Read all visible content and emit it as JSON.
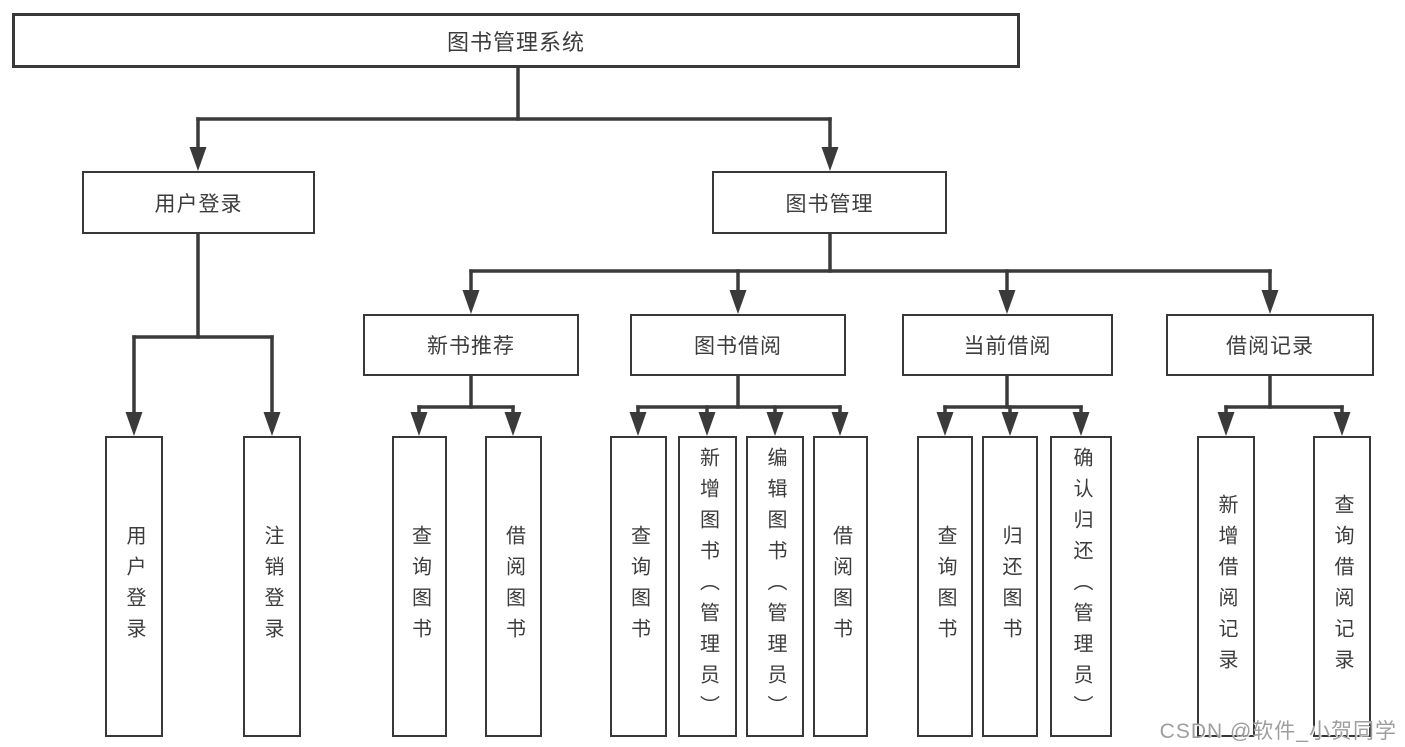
{
  "diagram": {
    "title": "图书管理系统",
    "branches": [
      {
        "label": "用户登录",
        "children": [
          "用户登录",
          "注销登录"
        ]
      },
      {
        "label": "图书管理",
        "children": [
          {
            "label": "新书推荐",
            "children": [
              "查询图书",
              "借阅图书"
            ]
          },
          {
            "label": "图书借阅",
            "children": [
              "查询图书",
              "新增图书（管理员）",
              "编辑图书（管理员）",
              "借阅图书"
            ]
          },
          {
            "label": "当前借阅",
            "children": [
              "查询图书",
              "归还图书",
              "确认归还（管理员）"
            ]
          },
          {
            "label": "借阅记录",
            "children": [
              "新增借阅记录",
              "查询借阅记录"
            ]
          }
        ]
      }
    ]
  },
  "watermark": "CSDN @软件_小贺同学",
  "colors": {
    "line": "#3a3a3a",
    "text": "#3c3c3c",
    "watermark": "#9e9e9e",
    "background": "#ffffff"
  }
}
